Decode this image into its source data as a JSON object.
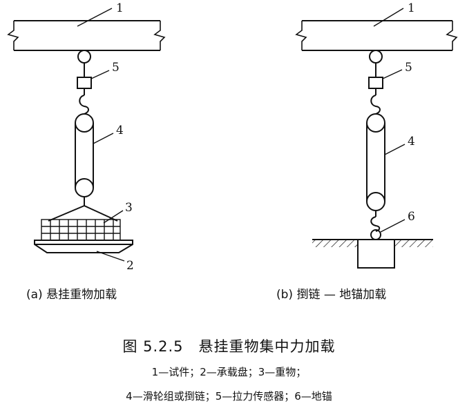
{
  "diagram_a": {
    "caption": "(a) 悬挂重物加载",
    "labels": {
      "beam": "1",
      "tray": "2",
      "weights": "3",
      "pulley": "4",
      "sensor": "5"
    }
  },
  "diagram_b": {
    "caption": "(b) 捯链 — 地锚加载",
    "labels": {
      "beam": "1",
      "pulley": "4",
      "sensor": "5",
      "anchor": "6"
    }
  },
  "figure_title": "图 5.2.5　悬挂重物集中力加载",
  "legend_lines": [
    "1—试件；2—承载盘；3—重物；",
    "4—滑轮组或捯链；5—拉力传感器；6—地锚"
  ]
}
